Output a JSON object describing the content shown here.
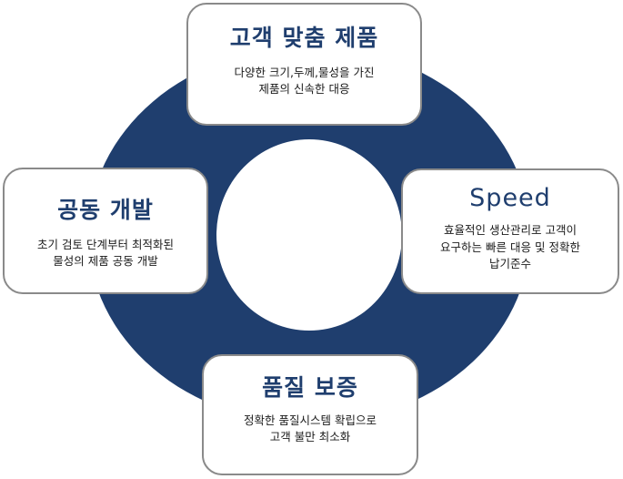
{
  "colors": {
    "ring": "#1f3e6e",
    "title": "#1f3e6e",
    "box_border": "#8a8a8a",
    "background": "#ffffff"
  },
  "cards": {
    "top": {
      "title": "고객 맞춤 제품",
      "desc_lines": [
        "다양한 크기,두께,물성을 가진",
        "제품의 신속한 대응"
      ]
    },
    "left": {
      "title": "공동 개발",
      "desc_lines": [
        "초기 검토 단계부터 최적화된",
        "물성의 제품 공동 개발"
      ]
    },
    "right": {
      "title": "Speed",
      "desc_lines": [
        "효율적인 생산관리로 고객이",
        "요구하는 빠른 대응 및 정확한",
        "납기준수"
      ]
    },
    "bottom": {
      "title": "품질 보증",
      "desc_lines": [
        "정확한 품질시스템 확립으로",
        "고객 불만 최소화"
      ]
    }
  }
}
